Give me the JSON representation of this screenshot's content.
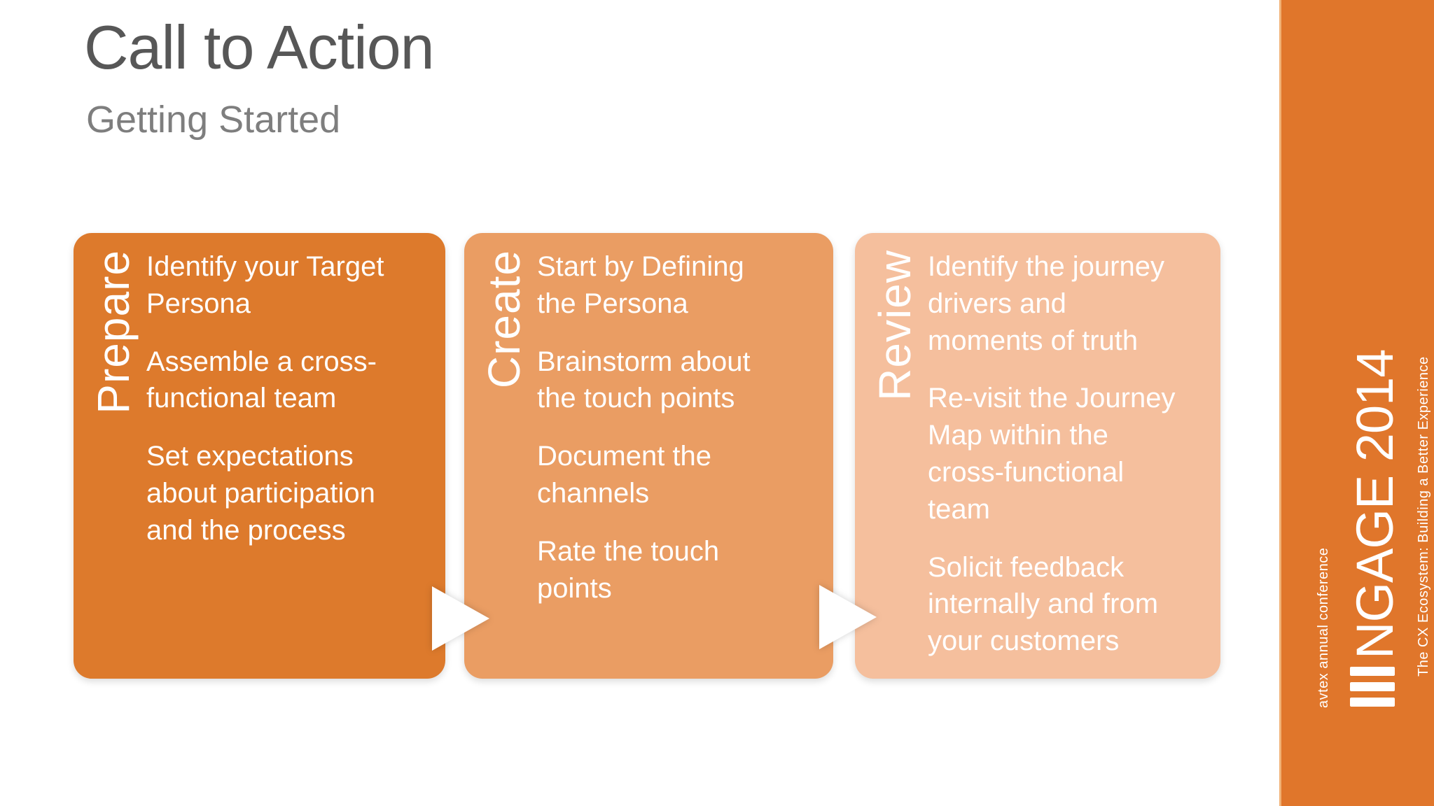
{
  "slide": {
    "title": "Call to Action",
    "subtitle": "Getting Started"
  },
  "process": {
    "steps": [
      {
        "label": "Prepare",
        "color": "#DD7A2C",
        "bullets": [
          "Identify your Target\nPersona",
          "Assemble a cross-\nfunctional team",
          "Set expectations\nabout participation\nand the process"
        ]
      },
      {
        "label": "Create",
        "color": "#EA9D63",
        "bullets": [
          "Start by Defining\nthe Persona",
          "Brainstorm about\nthe touch points",
          "Document the\nchannels",
          "Rate the touch\npoints"
        ]
      },
      {
        "label": "Review",
        "color": "#F5BF9D",
        "bullets": [
          "Identify the journey\ndrivers and\nmoments of truth",
          "Re-visit the Journey\nMap within the\ncross-functional\nteam",
          "Solicit feedback\ninternally and from\nyour customers"
        ]
      }
    ],
    "arrow_icon": "right-arrow",
    "arrow_color": "#FFFFFF"
  },
  "sidebar": {
    "background": "#E0762B",
    "conference_label": "avtex annual conference",
    "brand_text": "NGAGE 2014",
    "logo_icon": "triple-bar-e",
    "tagline": "The CX Ecosystem: Building a Better Experience"
  },
  "colors": {
    "title_text": "#575757",
    "subtitle_text": "#7E7E7E",
    "step_text": "#FFFFFF"
  }
}
